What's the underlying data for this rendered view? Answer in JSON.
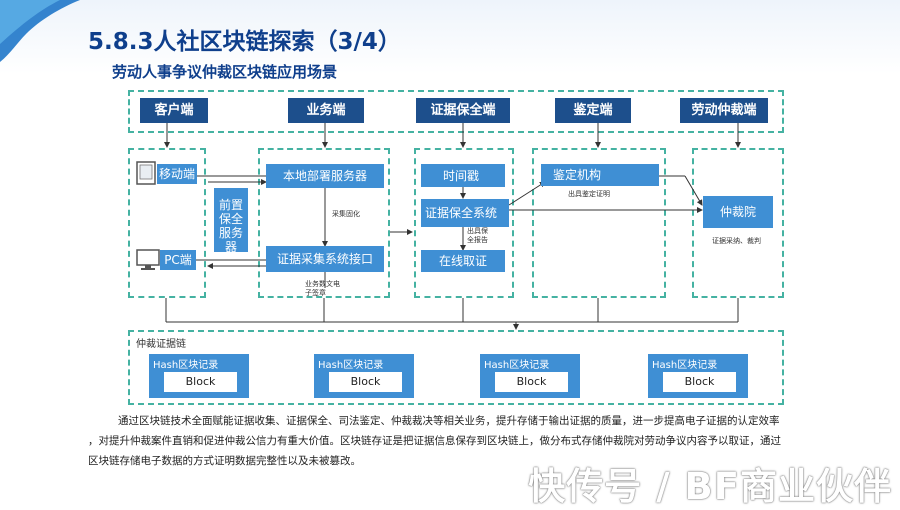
{
  "slide": {
    "title": "5.8.3人社区块链探索（3/4）",
    "subtitle": "劳动人事争议仲裁区块链应用场景"
  },
  "headers": [
    "客户端",
    "业务端",
    "证据保全端",
    "鉴定端",
    "劳动仲裁端"
  ],
  "client": {
    "mobile": "移动端",
    "pc": "PC端",
    "front_server": "前置保全服务器"
  },
  "business": {
    "local_server": "本地部署服务器",
    "collect_note": "采集固化",
    "evidence_system": "证据采集系统接口",
    "note": "业务数文电子签章"
  },
  "evidence": {
    "timestamp": "时间戳",
    "preservation_system": "证据保全系统",
    "issue_note": "出具保全报告",
    "online": "在线取证"
  },
  "appraisal": {
    "agency": "鉴定机构",
    "note": "出具鉴定证明"
  },
  "arbitration": {
    "court": "仲裁院",
    "note": "证据采纳、裁判"
  },
  "chain": {
    "label": "仲裁证据链",
    "blocks": [
      {
        "title": "Hash区块记录",
        "content": "Block"
      },
      {
        "title": "Hash区块记录",
        "content": "Block"
      },
      {
        "title": "Hash区块记录",
        "content": "Block"
      },
      {
        "title": "Hash区块记录",
        "content": "Block"
      }
    ]
  },
  "paragraph": [
    "通过区块链技术全面赋能证据收集、证据保全、司法鉴定、仲裁裁决等相关业务，提升存储于输出证据的质量，进一步提高电子证据的认定效率",
    "，对提升仲裁案件直销和促进仲裁公信力有重大价值。区块链存证是把证据信息保存到区块链上，做分布式存储仲裁院对劳动争议内容予以取证，通过",
    "区块链存储电子数据的方式证明数据完整性以及未被篡改。"
  ],
  "watermark": "快传号 / BF商业伙伴",
  "colors": {
    "title": "#0f3f8c",
    "header": "#1d4f8c",
    "box": "#3f8fd4",
    "dashed": "#45b2a2"
  }
}
